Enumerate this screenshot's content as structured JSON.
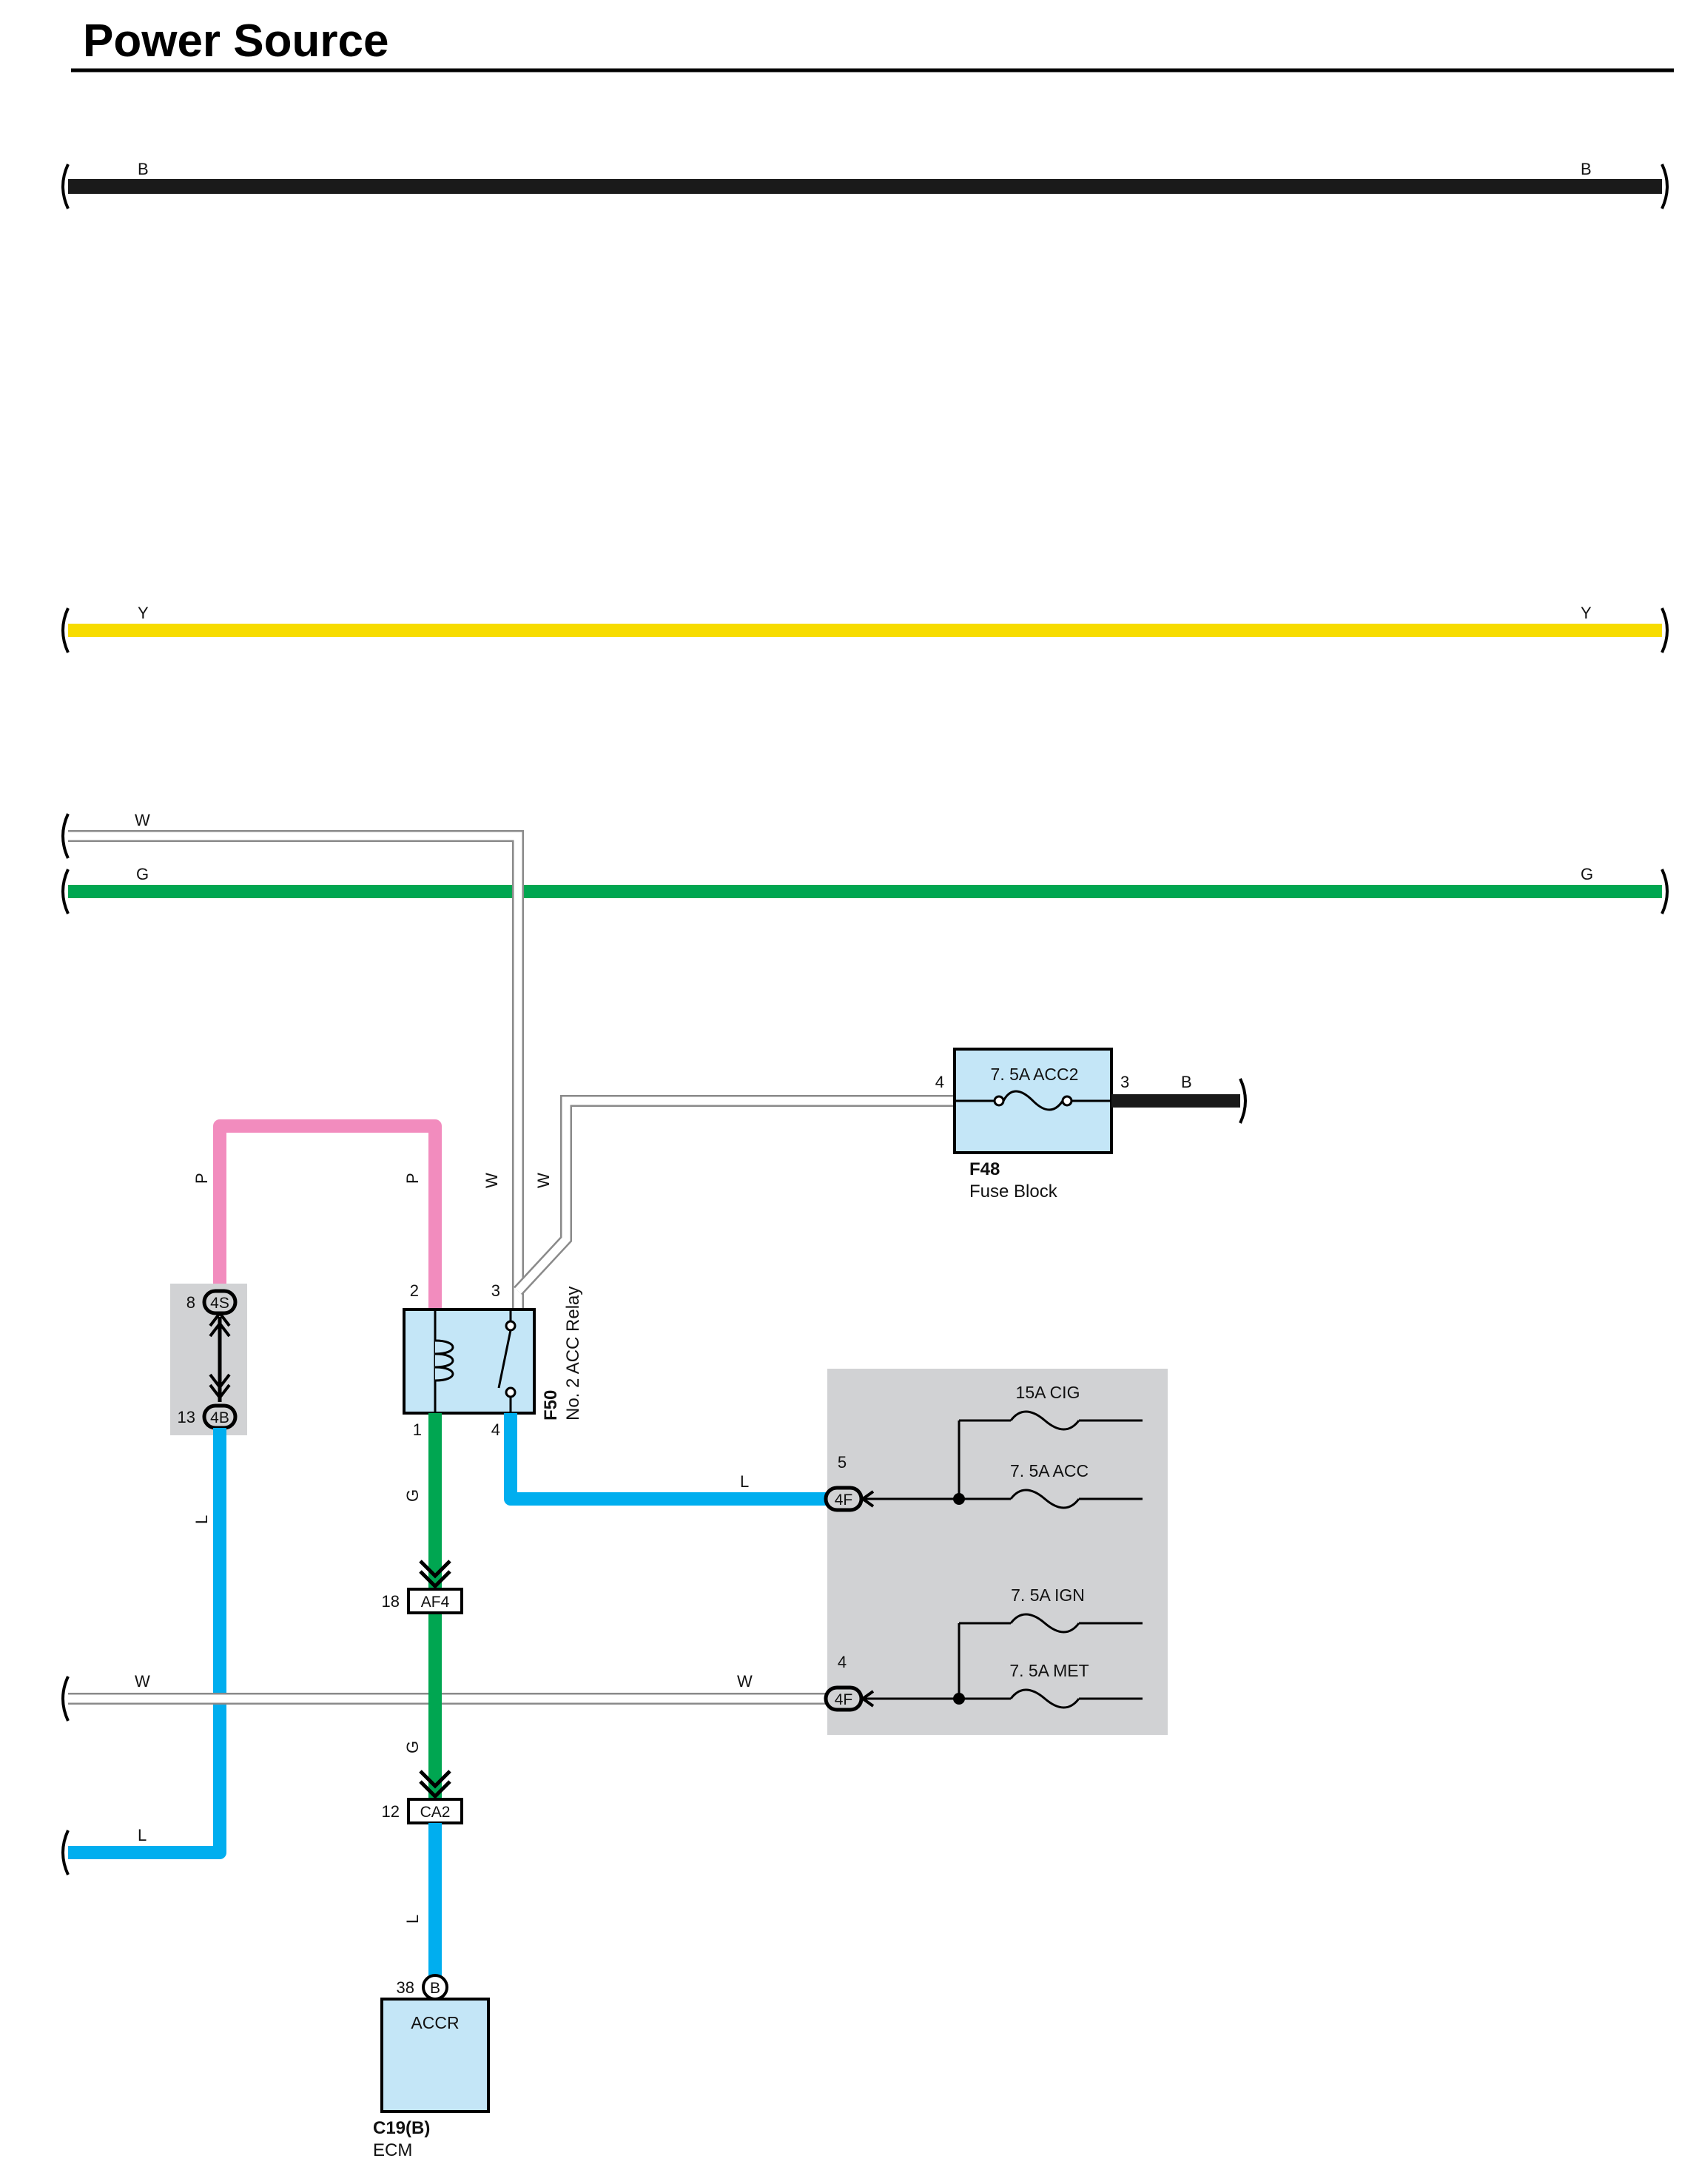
{
  "page": {
    "title": "Power Source"
  },
  "colors": {
    "B": "#1a1a1a",
    "Y": "#f7dc00",
    "G": "#00a651",
    "P": "#f28cbe",
    "L": "#00aeef",
    "W": "#ffffff",
    "wire_outline": "#8a8a8a",
    "component_fill": "#c4e6f7",
    "panel_gray": "#d1d2d4"
  },
  "wires": {
    "b_top": "B",
    "y_top": "Y",
    "w_top": "W",
    "g_top": "G",
    "p_left": "P",
    "p_right": "P",
    "w_vert1": "W",
    "w_vert2": "W",
    "b_fuse": "B",
    "g_relay": "G",
    "g_mid": "G",
    "l_left": "L",
    "l_relay": "L",
    "w_bottom_left": "W",
    "w_bottom_right": "W",
    "l_bottom": "L",
    "l_ecm": "L"
  },
  "relay": {
    "id": "F50",
    "name": "No. 2 ACC Relay",
    "pin_2": "2",
    "pin_3": "3",
    "pin_1": "1",
    "pin_4": "4"
  },
  "fuse_block": {
    "id": "F48",
    "name": "Fuse Block",
    "fuse": "7. 5A ACC2",
    "pin_in": "4",
    "pin_out": "3"
  },
  "junction_left": {
    "top_pin": "8",
    "top_connector": "4S",
    "bottom_pin": "13",
    "bottom_connector": "4B"
  },
  "junction_right": {
    "fuses": [
      "15A CIG",
      "7. 5A ACC",
      "7. 5A IGN",
      "7. 5A MET"
    ],
    "upper_pin": "5",
    "upper_connector": "4F",
    "lower_pin": "4",
    "lower_connector": "4F"
  },
  "connectors": {
    "af4_pin": "18",
    "af4": "AF4",
    "ca2_pin": "12",
    "ca2": "CA2"
  },
  "ecm": {
    "pin": "38",
    "connector": "B",
    "terminal": "ACCR",
    "id": "C19(B)",
    "name": "ECM"
  }
}
